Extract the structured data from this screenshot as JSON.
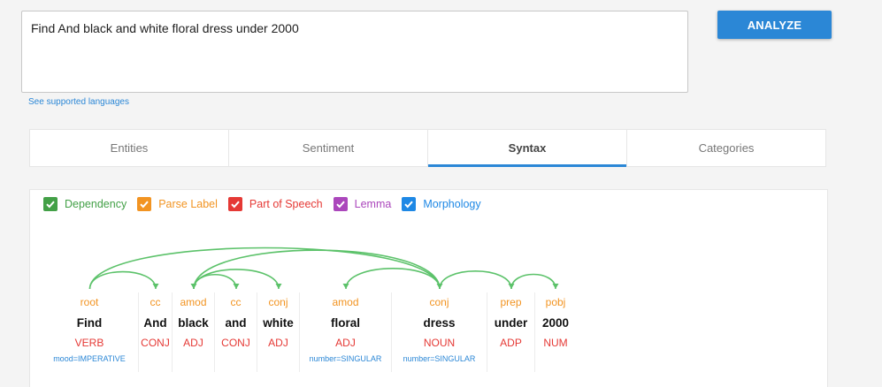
{
  "input": {
    "text": "Find And black and white floral dress under 2000"
  },
  "analyze_label": "ANALYZE",
  "languages_link": "See supported languages",
  "tabs": [
    {
      "label": "Entities",
      "active": false
    },
    {
      "label": "Sentiment",
      "active": false
    },
    {
      "label": "Syntax",
      "active": true
    },
    {
      "label": "Categories",
      "active": false
    }
  ],
  "legend": [
    {
      "label": "Dependency",
      "color": "#43a047",
      "checked": true
    },
    {
      "label": "Parse Label",
      "color": "#f29422",
      "checked": true
    },
    {
      "label": "Part of Speech",
      "color": "#e53935",
      "checked": true
    },
    {
      "label": "Lemma",
      "color": "#ab47bc",
      "checked": true
    },
    {
      "label": "Morphology",
      "color": "#1e88e5",
      "checked": true
    }
  ],
  "tokens": [
    {
      "word": "Find",
      "label": "root",
      "pos": "VERB",
      "morph": "mood=IMPERATIVE"
    },
    {
      "word": "And",
      "label": "cc",
      "pos": "CONJ",
      "morph": ""
    },
    {
      "word": "black",
      "label": "amod",
      "pos": "ADJ",
      "morph": ""
    },
    {
      "word": "and",
      "label": "cc",
      "pos": "CONJ",
      "morph": ""
    },
    {
      "word": "white",
      "label": "conj",
      "pos": "ADJ",
      "morph": ""
    },
    {
      "word": "floral",
      "label": "amod",
      "pos": "ADJ",
      "morph": "number=SINGULAR"
    },
    {
      "word": "dress",
      "label": "conj",
      "pos": "NOUN",
      "morph": "number=SINGULAR"
    },
    {
      "word": "under",
      "label": "prep",
      "pos": "ADP",
      "morph": ""
    },
    {
      "word": "2000",
      "label": "pobj",
      "pos": "NUM",
      "morph": ""
    }
  ],
  "dependencies": [
    {
      "from": 0,
      "to": 1
    },
    {
      "from": 0,
      "to": 6
    },
    {
      "from": 2,
      "to": 3
    },
    {
      "from": 2,
      "to": 4
    },
    {
      "from": 6,
      "to": 2
    },
    {
      "from": 6,
      "to": 5
    },
    {
      "from": 6,
      "to": 7
    },
    {
      "from": 7,
      "to": 8
    }
  ],
  "colors": {
    "accent": "#2b87d6",
    "dependency": "#5cc26a",
    "label": "#f29422",
    "pos": "#e53935",
    "morphology": "#2b87d6"
  }
}
